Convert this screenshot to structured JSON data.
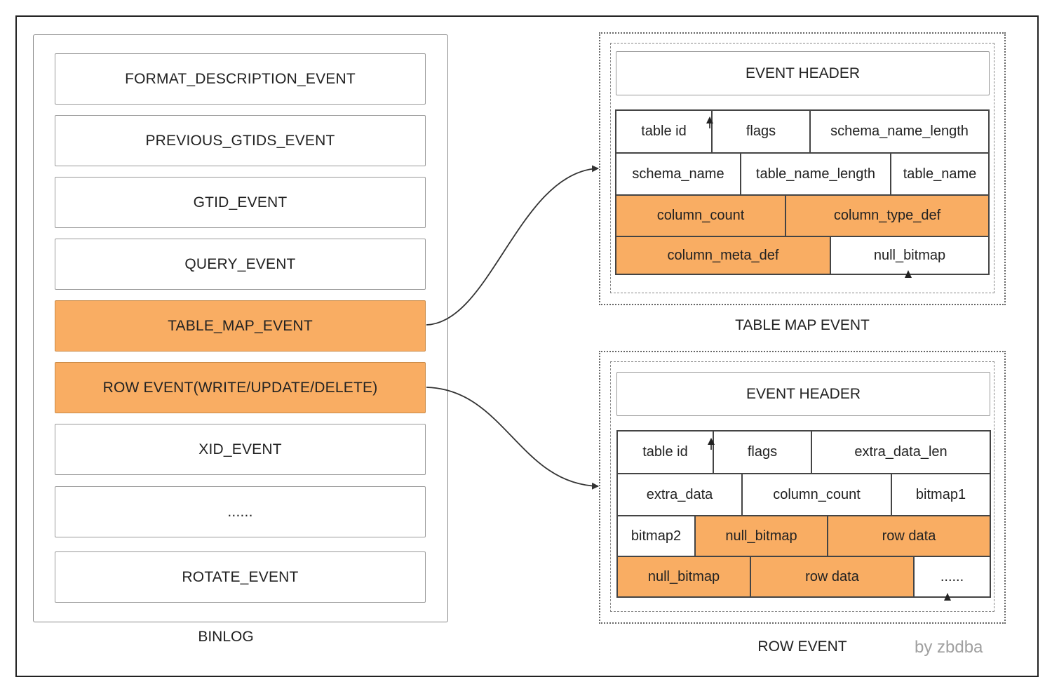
{
  "binlog": {
    "caption": "BINLOG",
    "events": [
      {
        "label": "FORMAT_DESCRIPTION_EVENT",
        "highlight": false
      },
      {
        "label": "PREVIOUS_GTIDS_EVENT",
        "highlight": false
      },
      {
        "label": "GTID_EVENT",
        "highlight": false
      },
      {
        "label": "QUERY_EVENT",
        "highlight": false
      },
      {
        "label": "TABLE_MAP_EVENT",
        "highlight": true
      },
      {
        "label": "ROW EVENT(WRITE/UPDATE/DELETE)",
        "highlight": true
      },
      {
        "label": "XID_EVENT",
        "highlight": false
      },
      {
        "label": "......",
        "highlight": false
      },
      {
        "label": "ROTATE_EVENT",
        "highlight": false
      }
    ]
  },
  "table_map": {
    "caption": "TABLE MAP EVENT",
    "header": "EVENT HEADER",
    "rows": [
      [
        "table id",
        "flags",
        "schema_name_length"
      ],
      [
        "schema_name",
        "table_name_length",
        "table_name"
      ],
      [
        "column_count",
        "column_type_def"
      ],
      [
        "column_meta_def",
        "null_bitmap"
      ]
    ],
    "highlighted": [
      "column_count",
      "column_type_def",
      "column_meta_def"
    ]
  },
  "row_event": {
    "caption": "ROW EVENT",
    "header": "EVENT HEADER",
    "rows": [
      [
        "table id",
        "flags",
        "extra_data_len"
      ],
      [
        "extra_data",
        "column_count",
        "bitmap1"
      ],
      [
        "bitmap2",
        "null_bitmap",
        "row data"
      ],
      [
        "null_bitmap",
        "row data",
        "......"
      ]
    ],
    "highlighted": [
      "row2.null_bitmap",
      "row2.row data",
      "row3.null_bitmap",
      "row3.row data"
    ]
  },
  "watermark": "by zbdba",
  "colors": {
    "highlight": "#f9ad63",
    "border": "#444444",
    "watermark": "#a0a0a0"
  }
}
